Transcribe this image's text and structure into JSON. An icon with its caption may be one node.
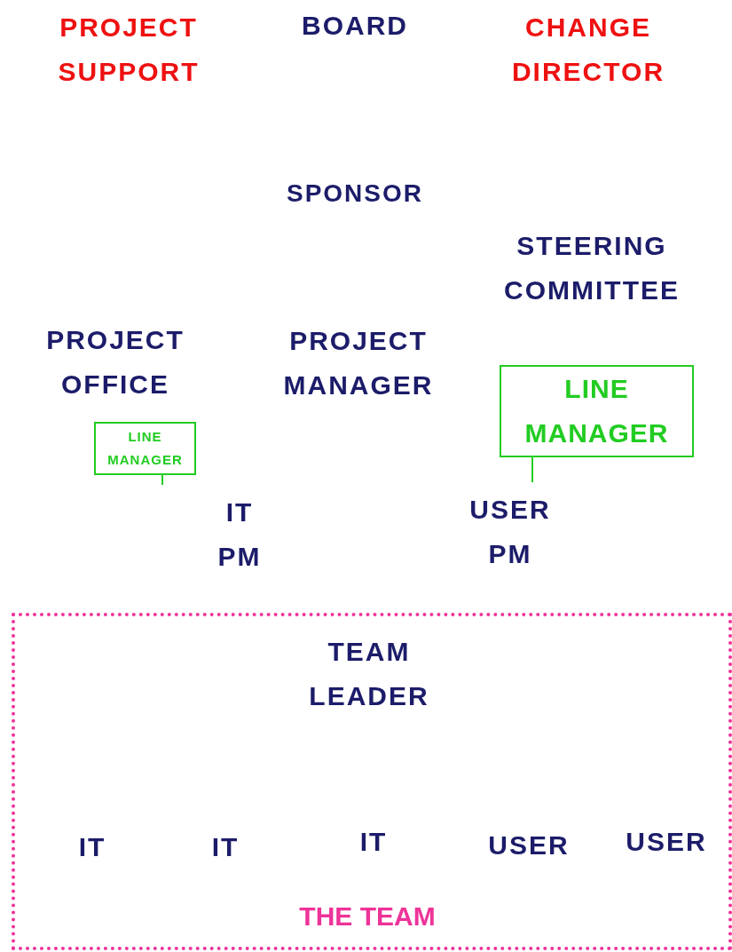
{
  "diagram": {
    "nodes": [
      {
        "text": [
          "LINE MANAGER"
        ]
      },
      {
        "text": [
          "LINE MANAGER"
        ]
      },
      {
        "text": [
          "THE TEAM"
        ]
      },
      {
        "text": [
          "TEAM LEADER"
        ],
        "in": 2
      },
      {
        "text": [
          "IT"
        ],
        "in": 2
      },
      {
        "text": [
          "IT"
        ],
        "in": 2
      },
      {
        "text": [
          "IT"
        ],
        "in": 2
      },
      {
        "text": [
          "USER"
        ],
        "in": 2
      },
      {
        "text": [
          "USER"
        ],
        "in": 2
      }
    ],
    "edges": [
      {
        "from": 0,
        "to": null,
        "arrow": "none"
      },
      {
        "from": 1,
        "to": null,
        "arrow": "none"
      }
    ],
    "labels": [
      "PROJECT SUPPORT",
      "BOARD",
      "CHANGE DIRECTOR",
      "SPONSOR",
      "STEERING COMMITTEE",
      "PROJECT OFFICE",
      "PROJECT MANAGER",
      "IT PM",
      "USER PM"
    ]
  }
}
